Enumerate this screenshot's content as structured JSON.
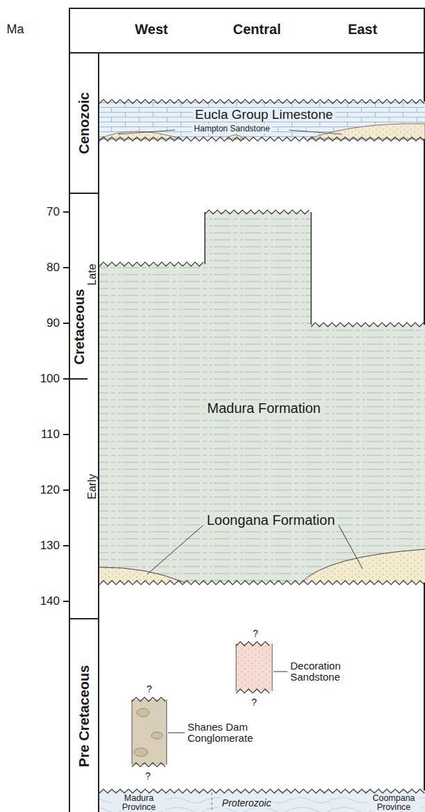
{
  "diagram": {
    "nodes": [
      {
        "text": [
          "Cenozoic"
        ]
      },
      {
        "text": [
          "Cretaceous",
          "Late",
          "Early"
        ]
      },
      {
        "text": [
          "Pre Cretaceous"
        ]
      },
      {
        "text": [
          "Eucla Group Limestone"
        ]
      },
      {
        "text": [
          "Madura Formation"
        ]
      },
      {
        "text": [
          "Madura Province",
          "Proterozoic",
          "Coompana Province"
        ]
      }
    ],
    "labels": [
      "Ma",
      "West",
      "Central",
      "East",
      "70",
      "80",
      "90",
      "100",
      "110",
      "120",
      "130",
      "140",
      "Hampton Sandstone",
      "Loongana Formation",
      "?",
      "Decoration Sandstone",
      "?",
      "?",
      "Shanes Dam Conglomerate",
      "?"
    ]
  }
}
